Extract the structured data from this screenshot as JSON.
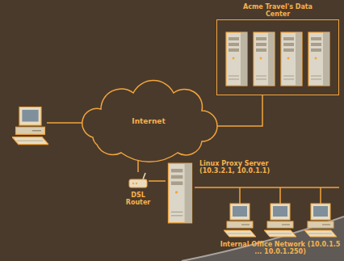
{
  "diagram": {
    "nodes": [
      {
        "text": [
          "Acme Travel's Data Center"
        ]
      },
      {
        "text": [
          "Internet"
        ]
      },
      {
        "text": [
          "Linux Proxy Server (10.3.2.1, 10.0.1.1)"
        ]
      },
      {
        "text": [
          "DSL Router"
        ]
      },
      {
        "text": [
          "Internal Office Network (10.0.1.5 ... 10.0.1.250)"
        ]
      }
    ],
    "edges": [
      {
        "from": 0,
        "to": 1,
        "arrow": "none"
      },
      {
        "from": 1,
        "to": 3,
        "arrow": "none"
      },
      {
        "from": 3,
        "to": 2,
        "arrow": "none"
      },
      {
        "from": 2,
        "to": 4,
        "arrow": "none"
      }
    ]
  }
}
